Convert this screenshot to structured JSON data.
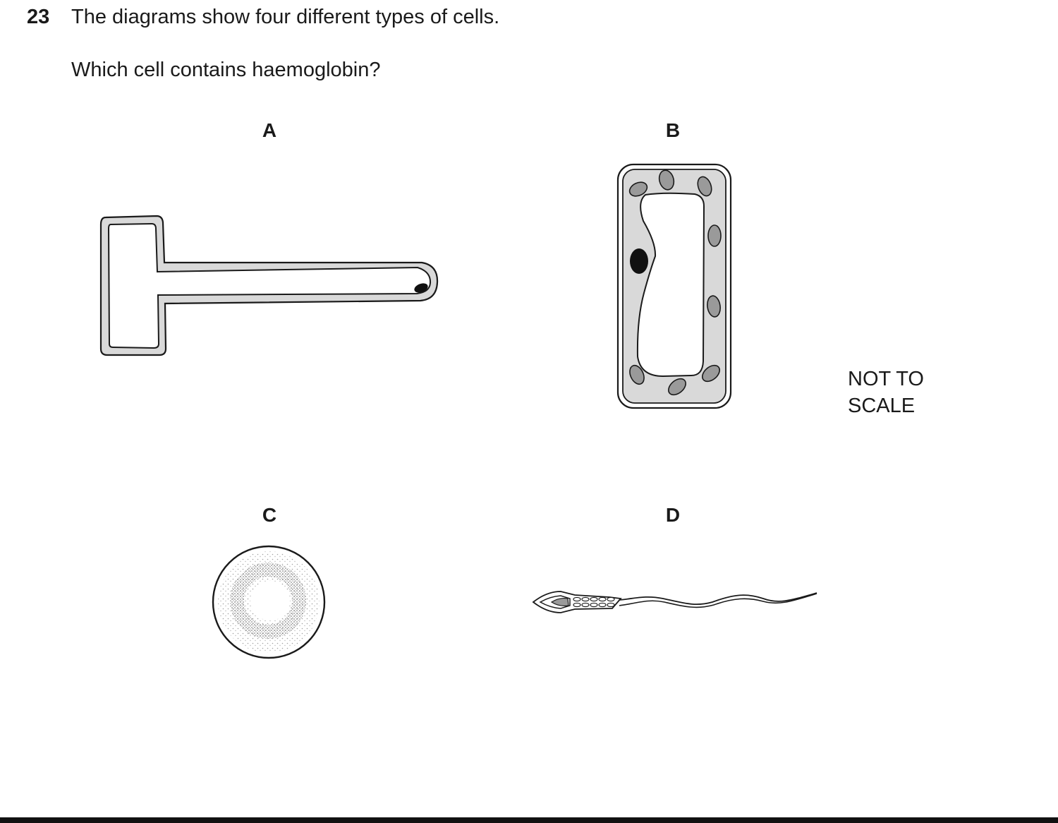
{
  "question": {
    "number": "23",
    "stem": "The diagrams show four different types of cells.",
    "prompt": "Which cell contains haemoglobin?"
  },
  "options": {
    "a": "A",
    "b": "B",
    "c": "C",
    "d": "D"
  },
  "scale_note": {
    "line1": "NOT TO",
    "line2": "SCALE"
  },
  "colors": {
    "ink": "#1a1a1a",
    "cytoplasm": "#d9d9d9",
    "organelle": "#9a9a9a",
    "nucleus": "#111111"
  }
}
